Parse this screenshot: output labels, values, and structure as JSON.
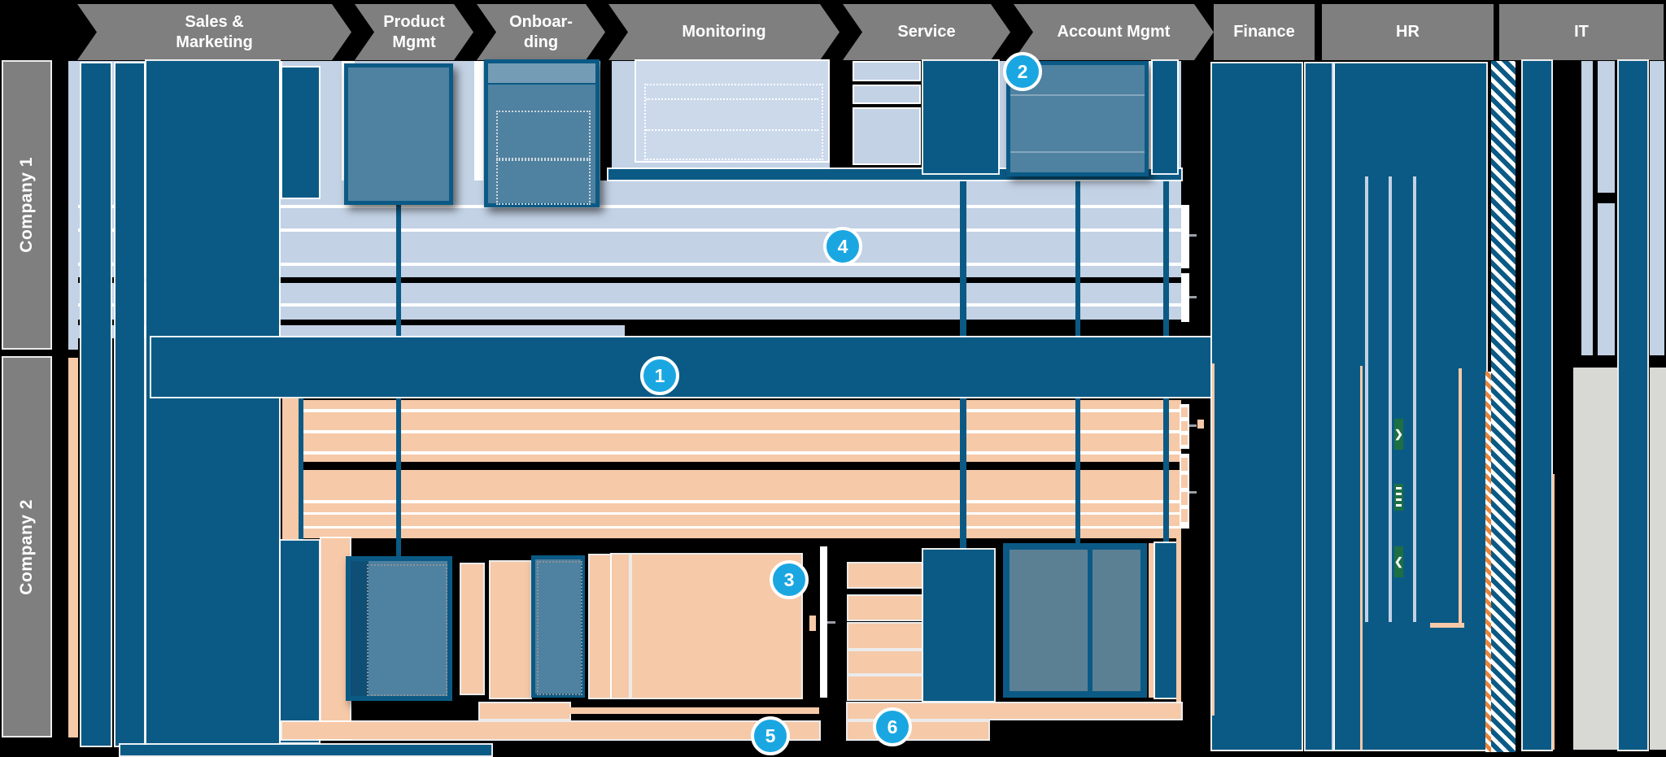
{
  "process_header": {
    "steps": [
      {
        "label": "Sales &\nMarketing"
      },
      {
        "label": "Product\nMgmt"
      },
      {
        "label": "Onboar-\nding"
      },
      {
        "label": "Monitoring"
      },
      {
        "label": "Service"
      },
      {
        "label": "Account Mgmt"
      }
    ],
    "departments": [
      {
        "label": "Finance"
      },
      {
        "label": "HR"
      },
      {
        "label": "IT"
      }
    ]
  },
  "lanes": [
    {
      "label": "Company 1"
    },
    {
      "label": "Company 2"
    }
  ],
  "markers": [
    {
      "label": "1"
    },
    {
      "label": "2"
    },
    {
      "label": "3"
    },
    {
      "label": "4"
    },
    {
      "label": "5"
    },
    {
      "label": "6"
    }
  ],
  "colors": {
    "background": "#000000",
    "header_gray": "#7f7f7f",
    "dark_blue": "#0b5a85",
    "light_blue": "#c3d2e5",
    "steel_blue": "#4f81a0",
    "orange": "#f6c9a8",
    "orange_hatch": "#e8833a",
    "marker_blue": "#1aa7e1",
    "gray_block": "#d8d8d4",
    "green_mark": "#1d6f42"
  }
}
